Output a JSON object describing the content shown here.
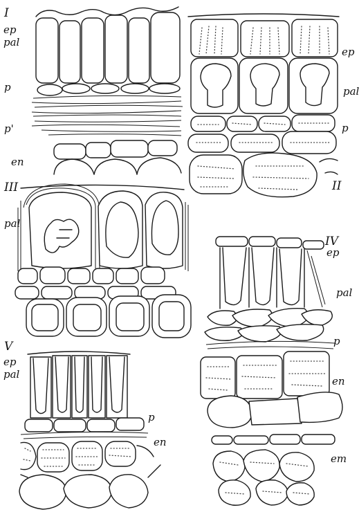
{
  "figure_labels": {
    "panel_1": {
      "numeral": "I",
      "ep": "ep",
      "pal": "pal",
      "p": "p",
      "p_prime": "p'",
      "en": "en"
    },
    "panel_2": {
      "numeral": "II",
      "ep": "ep",
      "pal": "pal",
      "p": "p"
    },
    "panel_3": {
      "numeral": "III",
      "pal": "pal"
    },
    "panel_4": {
      "numeral": "IV",
      "ep": "ep",
      "pal": "pal",
      "p": "p",
      "en": "en",
      "em": "em"
    },
    "panel_5": {
      "numeral": "V",
      "ep": "ep",
      "pal": "pal",
      "p": "p",
      "en": "en"
    }
  }
}
